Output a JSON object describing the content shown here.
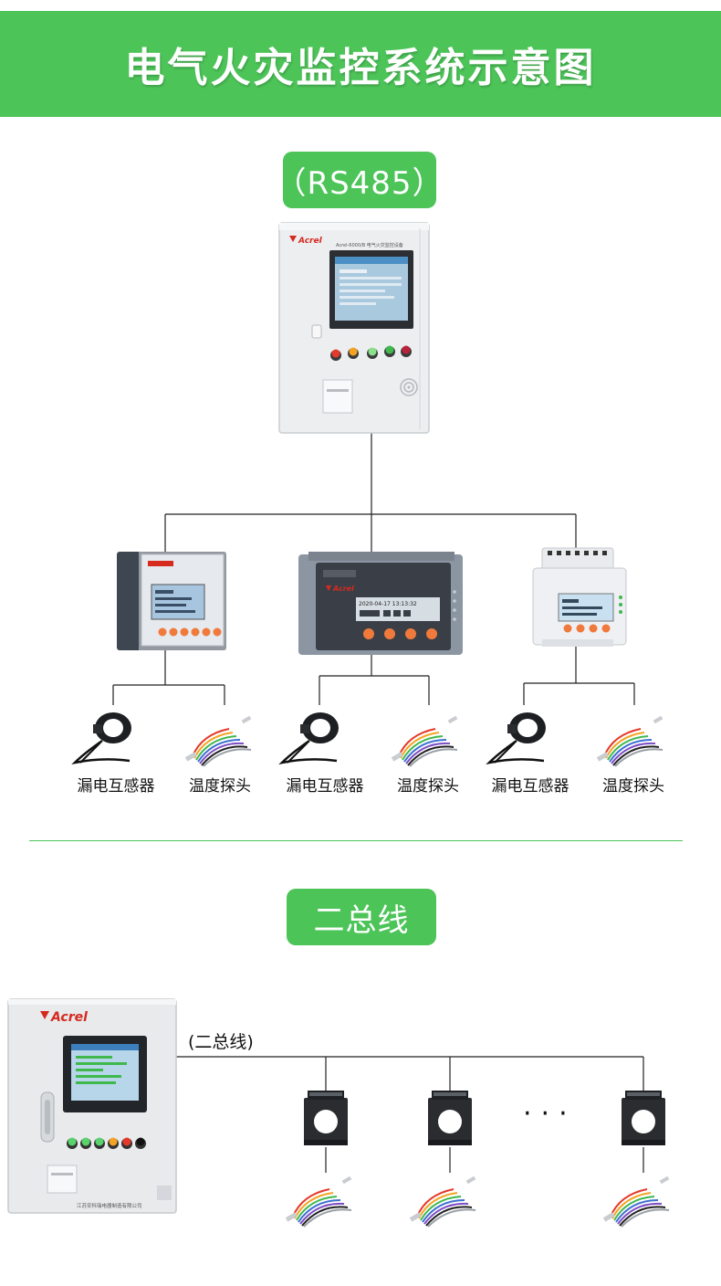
{
  "title": "电气火灾监控系统示意图",
  "section1": {
    "label": "（RS485）",
    "host_brand": "Acrel",
    "host_model": "Acrel-6000/B 电气火灾监控设备",
    "module1_screen": "",
    "module2_screen": "2020-04-17 13:13:32",
    "captions": [
      "漏电互感器",
      "温度探头",
      "漏电互感器",
      "温度探头",
      "漏电互感器",
      "温度探头"
    ]
  },
  "section2": {
    "label": "二总线",
    "bus_label": "(二总线)",
    "host_brand": "Acrel",
    "host_maker": "江苏安科瑞电器制造有限公司",
    "dots": "···"
  },
  "colors": {
    "accent": "#4cc458",
    "brand_red": "#d62a1e",
    "cabinet": "#e9ebee",
    "button_orange": "#f07a3c"
  }
}
